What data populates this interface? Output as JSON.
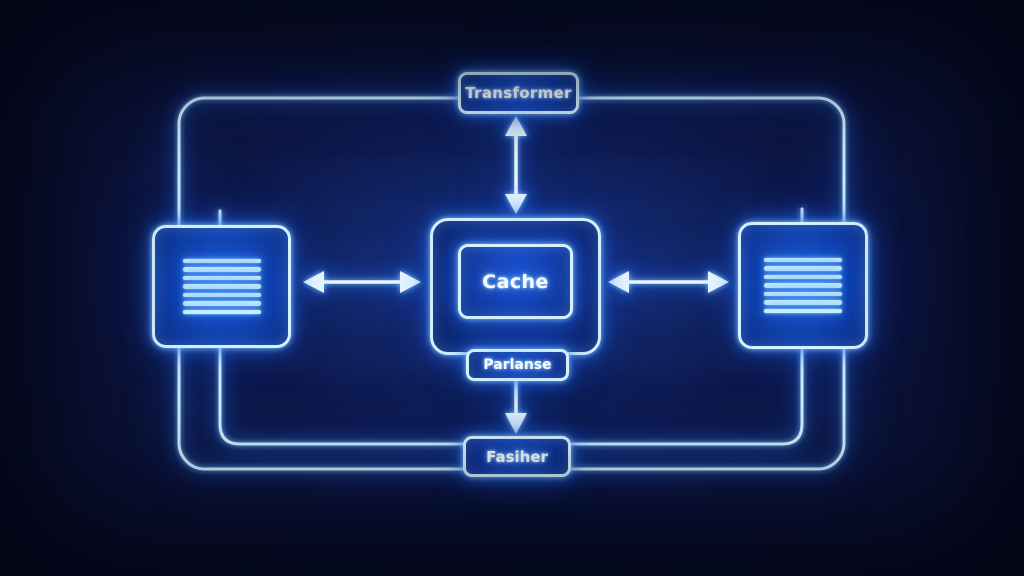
{
  "nodes": {
    "top": {
      "label": "Transformer"
    },
    "center": {
      "label": "Cache"
    },
    "center_tag": {
      "label": "Parlanse"
    },
    "bottom": {
      "label": "Fasiher"
    },
    "left_doc": {
      "line_count": 7
    },
    "right_doc": {
      "line_count": 7
    }
  },
  "colors": {
    "background": "#0a1134",
    "neon_stroke": "#cfeeff",
    "glow_blue": "#1b5fe8",
    "node_fill": "#123da6",
    "text": "#f4fbff"
  }
}
